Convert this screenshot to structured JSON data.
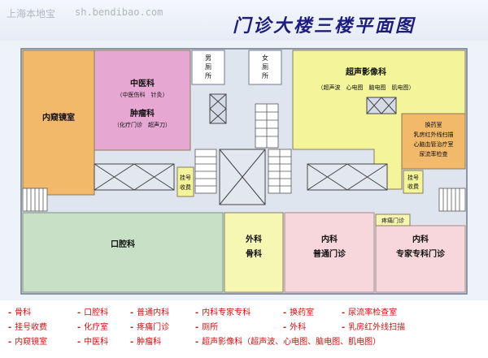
{
  "header": {
    "site_name": "上海本地宝",
    "site_url": "sh.bendibao.com",
    "title": "门诊大楼三楼平面图"
  },
  "rooms": {
    "endoscopy": "内窥镜室",
    "tcm": "中医科",
    "tcm_sub": "（中医伤科　针灸）",
    "oncology": "肿瘤科",
    "oncology_sub": "（化疗门诊　超声刀）",
    "male_wc": [
      "男",
      "厕",
      "所"
    ],
    "female_wc": [
      "女",
      "厕",
      "所"
    ],
    "ultrasound": "超声影像科",
    "ultrasound_sub": "（超声波　心电图　脑电图　肌电图）",
    "pharmacy_lines": [
      "换药室",
      "乳房红外线扫描",
      "心脑血管治疗室",
      "尿流率检查"
    ],
    "reg_left": [
      "挂号",
      "收费"
    ],
    "reg_right": [
      "挂号",
      "收费"
    ],
    "dental": "口腔科",
    "surgery_ortho": [
      "外科",
      "骨科"
    ],
    "pain_clinic": "疼痛门诊",
    "internal": [
      "内科",
      "普通门诊"
    ],
    "internal_expert": [
      "内科",
      "专家专科门诊"
    ]
  },
  "legend": [
    {
      "text": "骨科"
    },
    {
      "text": "口腔科"
    },
    {
      "text": "普通内科"
    },
    {
      "text": "内科专家专科"
    },
    {
      "text": "换药室"
    },
    {
      "text": "尿流率检查室"
    },
    {
      "text": "挂号收费"
    },
    {
      "text": "化疗室"
    },
    {
      "text": "疼痛门诊"
    },
    {
      "text": "厕所"
    },
    {
      "text": "外科"
    },
    {
      "text": "乳房红外线扫描"
    },
    {
      "text": "内窥镜室"
    },
    {
      "text": "中医科"
    },
    {
      "text": "肿瘤科"
    },
    {
      "text": "超声影像科（超声波、心电图、脑电图、肌电图）"
    }
  ],
  "colors": {
    "orange": "#f3b96a",
    "pink": "#e6a8d2",
    "yellow": "#f4f49a",
    "green": "#c8e1c6",
    "light_yellow": "#f7f7b4",
    "rose": "#f7d7dc",
    "corridor": "#dfe5ef",
    "legend_text": "#cc1111",
    "title": "#1d1d7d"
  }
}
